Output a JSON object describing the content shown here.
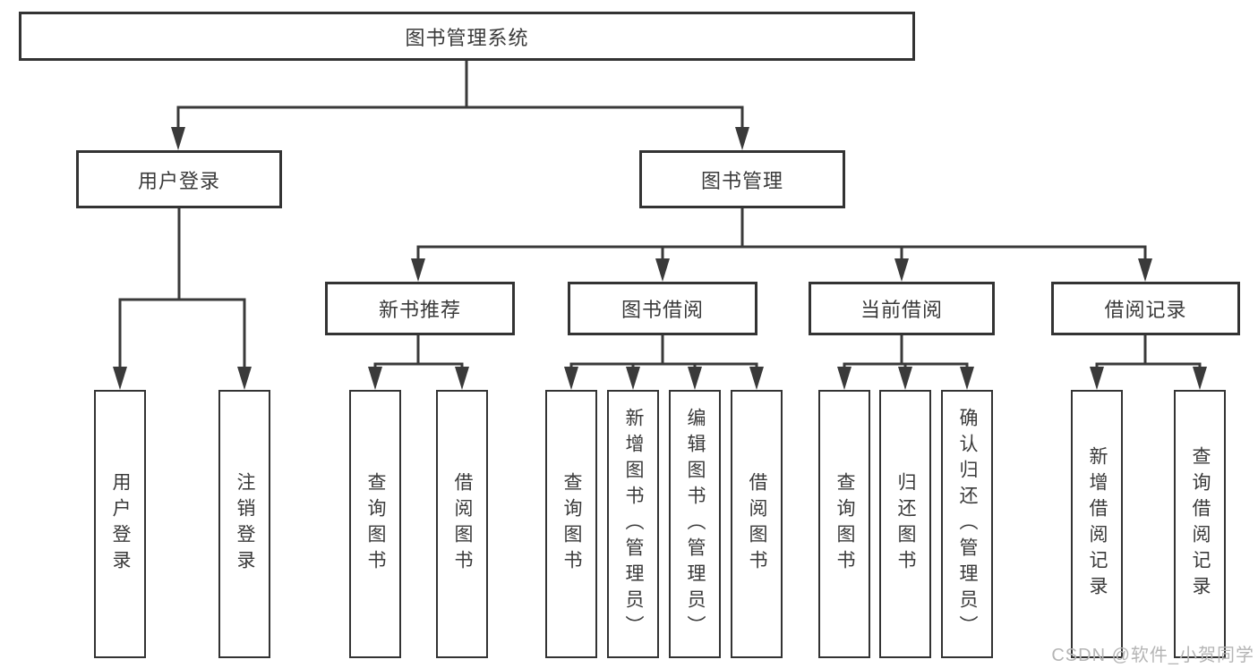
{
  "root": {
    "label": "图书管理系统"
  },
  "branches": {
    "user_login": {
      "label": "用户登录",
      "leaves": [
        "用户登录",
        "注销登录"
      ]
    },
    "book_management": {
      "label": "图书管理",
      "groups": [
        {
          "label": "新书推荐",
          "leaves": [
            "查询图书",
            "借阅图书"
          ]
        },
        {
          "label": "图书借阅",
          "leaves": [
            "查询图书",
            "新增图书（管理员）",
            "编辑图书（管理员）",
            "借阅图书"
          ]
        },
        {
          "label": "当前借阅",
          "leaves": [
            "查询图书",
            "归还图书",
            "确认归还（管理员）"
          ]
        },
        {
          "label": "借阅记录",
          "leaves": [
            "新增借阅记录",
            "查询借阅记录"
          ]
        }
      ]
    }
  },
  "watermark": "CSDN @软件_小贺同学",
  "colors": {
    "line": "#3a3a3a",
    "text": "#3a3a3a",
    "background": "#ffffff",
    "watermark": "#b5b5b5"
  }
}
